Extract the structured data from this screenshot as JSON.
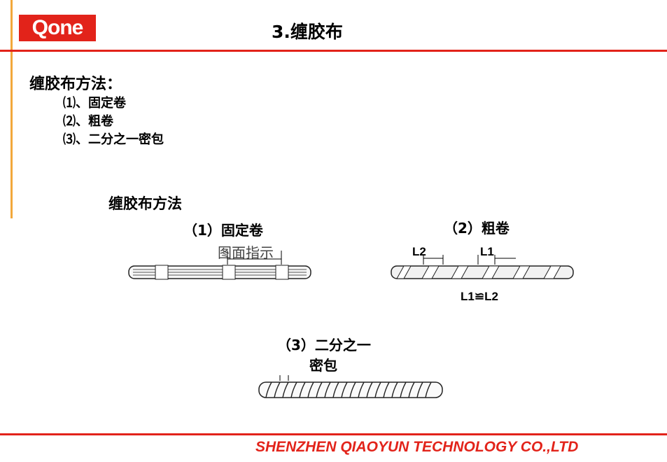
{
  "logo": {
    "text": "Qone"
  },
  "page_title": "3.缠胶布",
  "section": {
    "heading": "缠胶布方法：",
    "items": [
      "⑴、固定卷",
      "⑵、粗卷",
      "⑶、二分之一密包"
    ]
  },
  "diagram": {
    "subtitle": "缠胶布方法",
    "fixed": {
      "caption": "（1）固定卷",
      "note": "图面指示"
    },
    "coarse": {
      "caption": "（2）粗卷",
      "label_l2": "L2",
      "label_l1": "L1",
      "formula": "L1≌L2"
    },
    "half": {
      "caption_line1": "（3）二分之一",
      "caption_line2": "密包"
    }
  },
  "footer": {
    "company": "SHENZHEN QIAOYUN TECHNOLOGY CO.,LTD"
  },
  "colors": {
    "brand_red": "#e2231a",
    "accent_orange": "#f2a83b"
  }
}
